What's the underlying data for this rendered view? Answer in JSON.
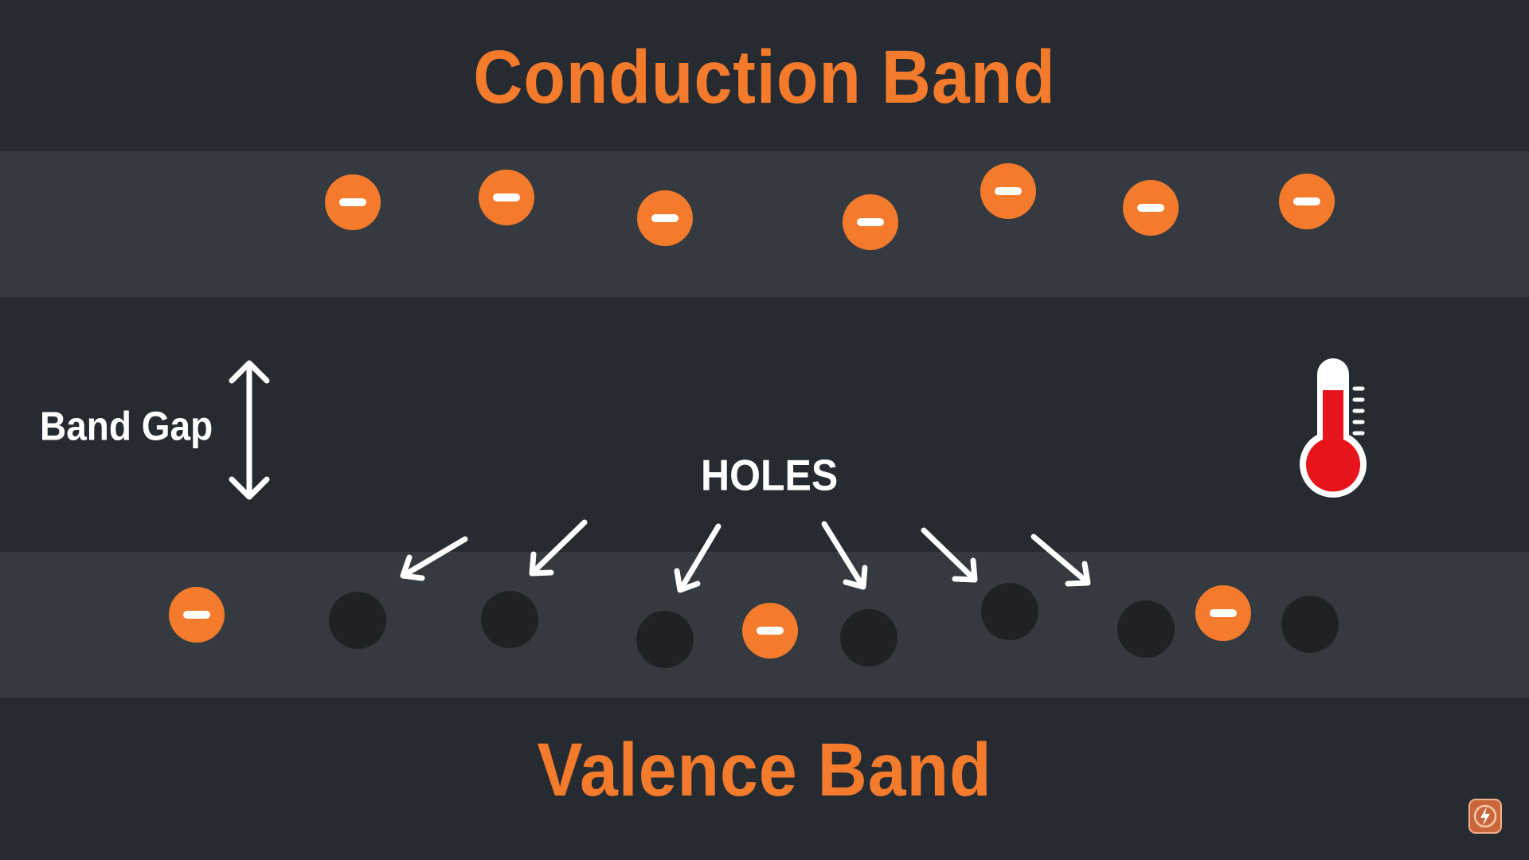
{
  "titles": {
    "conduction": "Conduction Band",
    "valence": "Valence Band",
    "band_gap": "Band Gap",
    "holes": "HOLES"
  },
  "colors": {
    "background": "#262b32",
    "band_strip": "#353a41",
    "electron": "#f47a2c",
    "hole": "#1f2125",
    "accent": "#f47a2c",
    "thermometer_fill": "#e8141c"
  },
  "icons": {
    "electron": "minus-sign-icon",
    "thermometer": "thermometer-icon",
    "logo": "lightning-bolt-icon",
    "band_gap_arrow": "double-arrow-vertical-icon"
  },
  "counts": {
    "conduction_electrons": 7,
    "valence_electrons": 3,
    "holes": 7
  }
}
